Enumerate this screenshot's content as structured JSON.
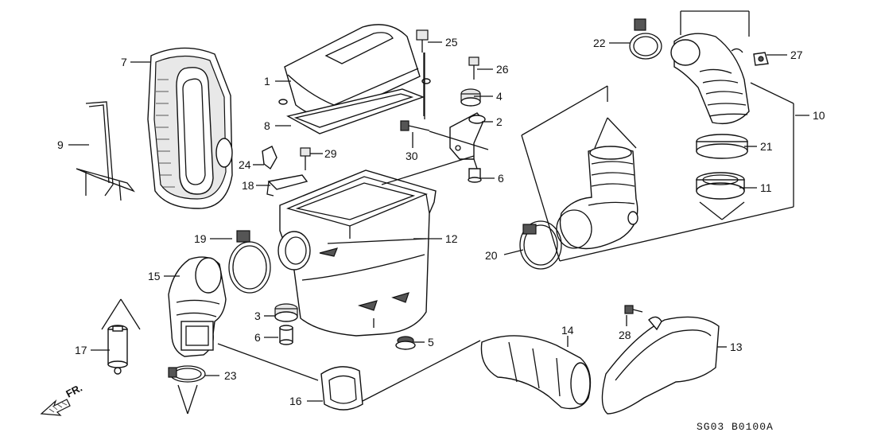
{
  "callouts": [
    "1",
    "2",
    "3",
    "4",
    "5",
    "6",
    "6",
    "7",
    "8",
    "9",
    "10",
    "11",
    "12",
    "13",
    "14",
    "15",
    "16",
    "17",
    "18",
    "19",
    "20",
    "21",
    "22",
    "23",
    "24",
    "25",
    "26",
    "27",
    "28",
    "29",
    "30"
  ],
  "front_indicator": "FR.",
  "diagram_code": "SG03  B0100A"
}
